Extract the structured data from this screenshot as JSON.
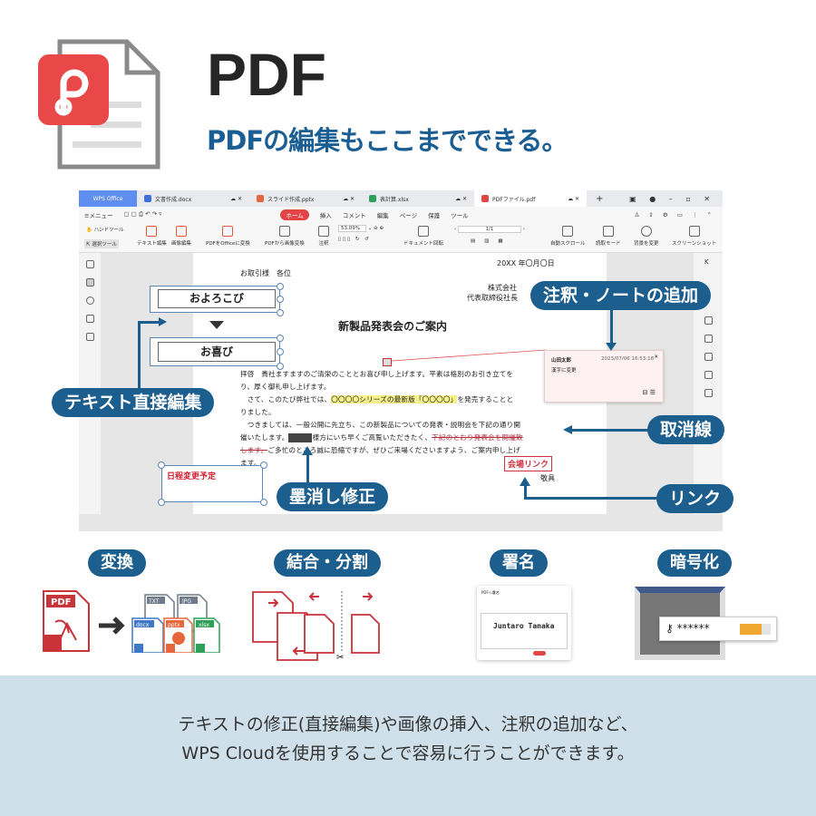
{
  "header": {
    "title": "PDF",
    "subtitle": "PDFの編集もここまでできる。",
    "accent": "#1b5e93",
    "logo": "wps-pdf-logo"
  },
  "app": {
    "tabs": [
      {
        "label": "WPS Office"
      },
      {
        "label": "文書作成.docx",
        "color": "#3f6fd8"
      },
      {
        "label": "スライド作成.pptx",
        "color": "#e8663b"
      },
      {
        "label": "表計算.xlsx",
        "color": "#2ea05a"
      },
      {
        "label": "PDFファイル.pdf",
        "color": "#e24545",
        "active": true
      }
    ],
    "new_tab": "+",
    "menu": {
      "menu_label": "≡メニュー",
      "items": [
        "ホーム",
        "挿入",
        "コメント",
        "編集",
        "ページ",
        "保護",
        "ツール"
      ]
    },
    "toolbar": {
      "hand_tool": "ハンドツール",
      "select_tool": "選択ツール",
      "text_edit": "テキスト編集",
      "image_edit": "画像編集",
      "pdf_to_office": "PDFをOfficeに変換",
      "pdf_to_image": "PDFから画像変換",
      "annotate": "注釈",
      "zoom": "53.09%",
      "rotate": "ドキュメント回転",
      "page": "1/1",
      "auto_scroll": "自動スクロール",
      "read_mode": "読取モード",
      "background": "背景を変更",
      "screenshot": "スクリーンショット"
    },
    "document": {
      "addressee": "お取引様　各位",
      "date": "20XX 年〇月〇日",
      "company": "株式会社",
      "ceo": "代表取締役社長",
      "heading": "新製品発表会のご案内",
      "lines": [
        "拝啓　貴社ますますのご清栄のこととお喜び申し上げます。平素は格別のお引き立てを",
        "り、厚く御礼申し上げます。",
        "　さて、このたび弊社では、",
        "を発売することと",
        "りました。",
        "　つきましては、一般公開に先立ち、この新製品についての発表・説明会を下記の通り開",
        "催いたします。",
        "様方にいち早くご高覧いただきたく、",
        "下記のとおり発表会を開催致",
        "します。",
        "ご多忙のところ誠に恐縮ですが、ぜひご来場くださいますよう、ご案内申し上げ",
        "ます。"
      ],
      "highlight": "〇〇〇〇シリーズの最新版「〇〇〇〇」",
      "link": "会場リンク",
      "closing": "敬具",
      "edit_box_1": "およろこび",
      "edit_box_2": "お喜び",
      "schedule_box": "日程変更予定"
    },
    "comment": {
      "author": "山田太郎",
      "timestamp": "2023/07/06 16:53:18",
      "text": "漢字に変更"
    }
  },
  "callouts": {
    "annotation": "注釈・ノートの追加",
    "text_edit": "テキスト直接編集",
    "strikethrough": "取消線",
    "redaction": "墨消し修正",
    "link": "リンク"
  },
  "features": [
    {
      "label": "変換",
      "formats": [
        "PDF",
        "TXT",
        "JPG",
        "docx",
        "pptx",
        "xlsx"
      ]
    },
    {
      "label": "結合・分割"
    },
    {
      "label": "署名",
      "dialog_title": "PDFへ署名",
      "signature": "Juntaro Tanaka"
    },
    {
      "label": "暗号化",
      "password": "******"
    }
  ],
  "footer": {
    "line1": "テキストの修正(直接編集)や画像の挿入、注釈の追加など、",
    "line2": "WPS Cloudを使用することで容易に行うことができます。"
  }
}
